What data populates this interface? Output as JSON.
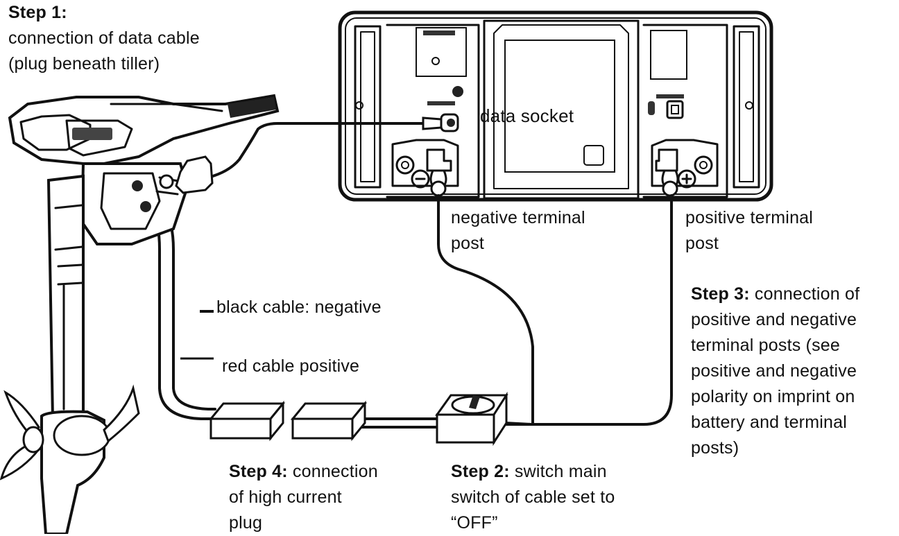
{
  "labels": {
    "step1": {
      "title": "Step 1:",
      "lines": [
        "connection of data cable",
        "(plug beneath tiller)"
      ]
    },
    "data_socket": "data socket",
    "negative_terminal": [
      "negative terminal",
      "post"
    ],
    "positive_terminal": [
      "positive terminal",
      "post"
    ],
    "black_cable": "black cable: negative",
    "red_cable": "red cable positive",
    "step3": {
      "title": "Step 3:",
      "first_line": "connection of",
      "lines": [
        "positive and negative",
        "terminal posts (see",
        "positive and negative",
        "polarity on imprint on",
        "battery and terminal",
        "posts)"
      ]
    },
    "step4": {
      "title": "Step 4:",
      "first_line": "connection",
      "lines": [
        "of high current",
        "plug"
      ]
    },
    "step2": {
      "title": "Step 2:",
      "first_line": "switch main",
      "lines": [
        "switch of cable set to",
        "“OFF”"
      ]
    }
  }
}
